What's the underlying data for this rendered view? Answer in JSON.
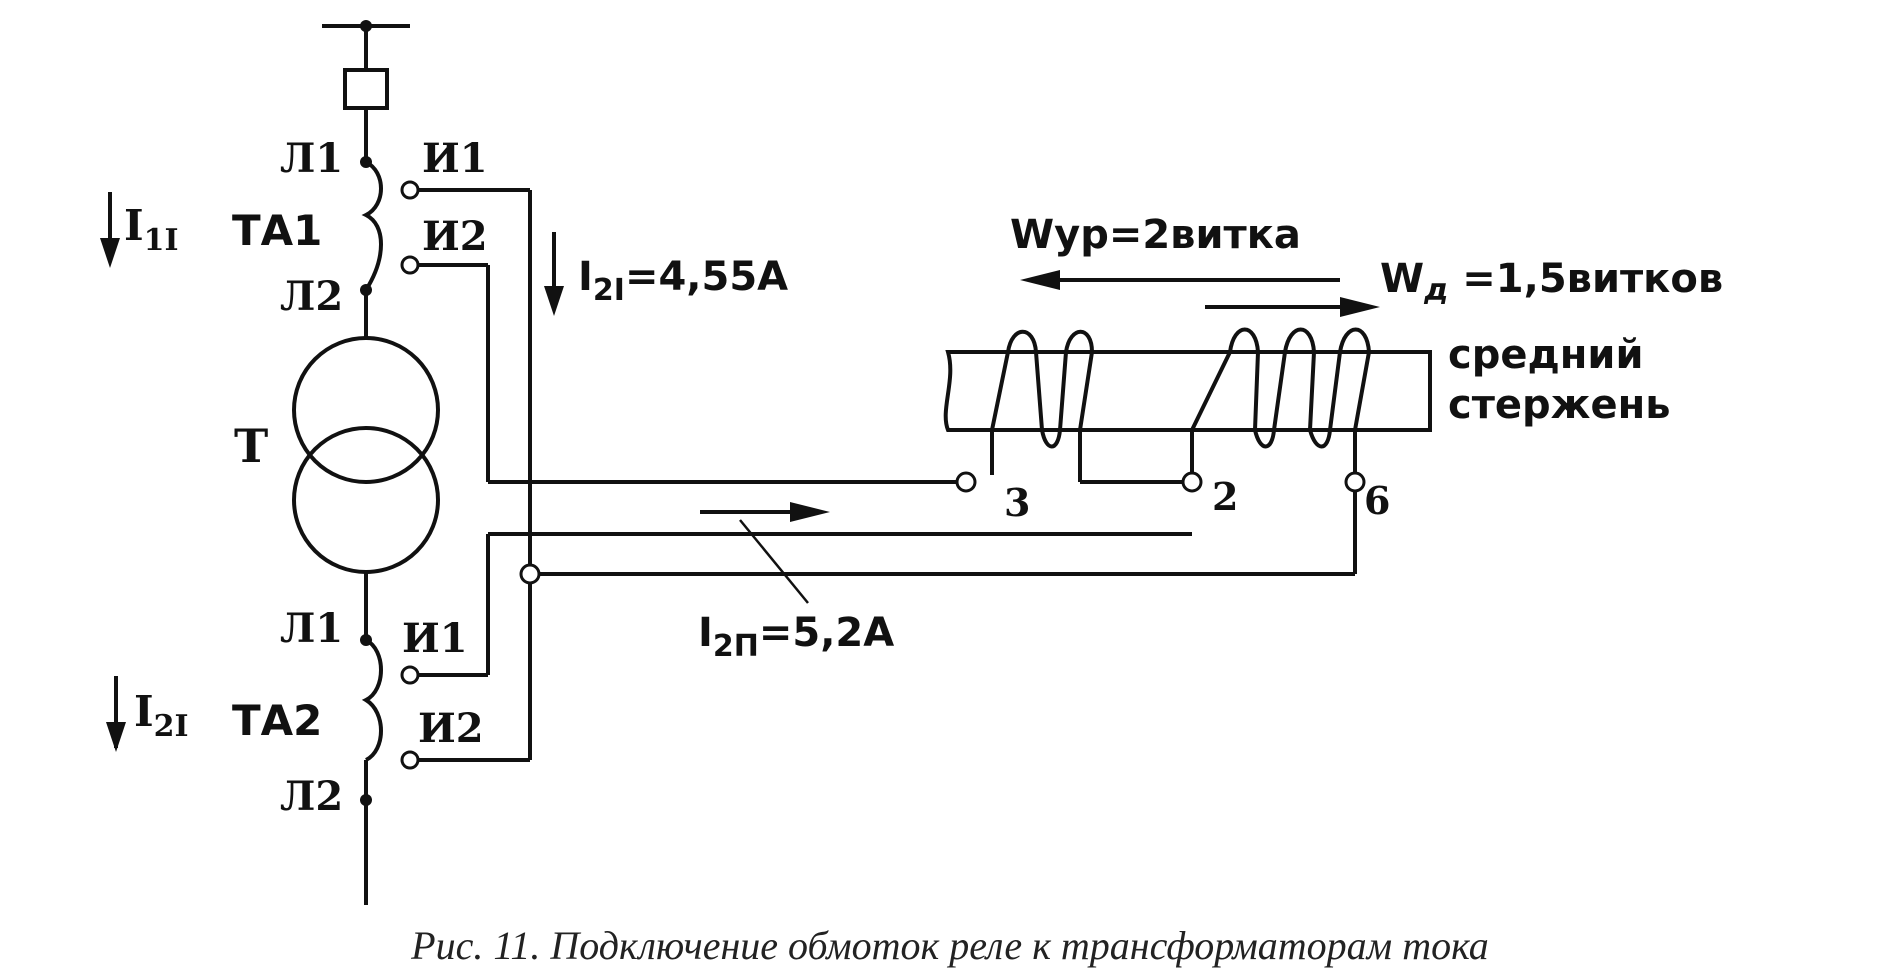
{
  "labels": {
    "l1_top": "Л1",
    "i1_top": "И1",
    "i2_top": "И2",
    "ta1": "ТА1",
    "l2_top": "Л2",
    "t": "Т",
    "l1_bottom": "Л1",
    "i1_bottom": "И1",
    "i2_bottom": "И2",
    "ta2": "ТА2",
    "l2_bottom": "Л2",
    "i11_main": "I",
    "i11_sub": "1I",
    "i21_main": "I",
    "i21_sub": "2I",
    "i2I_main": "I",
    "i2I_sub": "2I",
    "i2I_value": "=4,55А",
    "i2II_main": "I",
    "i2II_sub": "2П",
    "i2II_value": "=5,2А",
    "wur": "Wур=2витка",
    "wd_main": "W",
    "wd_sub": "д",
    "wd_value": " =1,5витков",
    "core_line1": "средний",
    "core_line2": "стержень",
    "terminal_3": "3",
    "terminal_2": "2",
    "terminal_6": "6"
  },
  "caption": "Рис. 11. Подключение обмоток реле к трансформаторам тока"
}
